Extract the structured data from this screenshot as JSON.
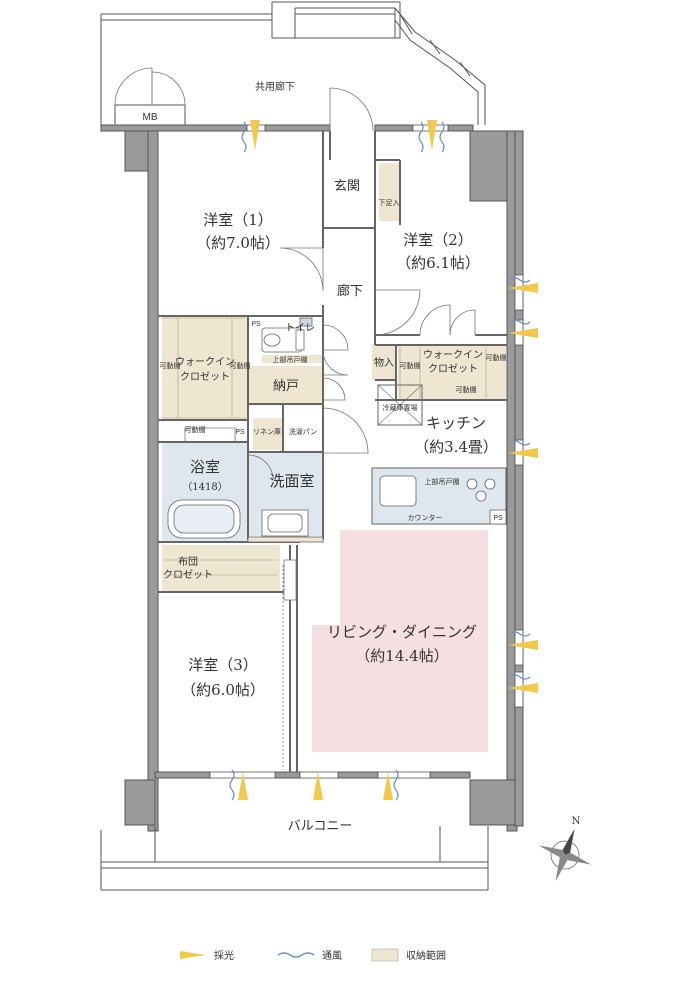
{
  "colors": {
    "wall": "#9a9a9a",
    "wall_dark": "#7a7a7a",
    "storage": "#eee6d0",
    "living": "#f6dfe0",
    "wet": "#dfe7ee",
    "sun": "#f2c94c",
    "wind": "#6c8fc8",
    "line": "#555555"
  },
  "labels": {
    "common_corridor": "共用廊下",
    "mb": "MB",
    "entrance": "玄関",
    "shoe_cabinet": "下足入",
    "western_room_1": "洋室（1）",
    "western_room_1_size": "（約7.0帖）",
    "western_room_2": "洋室（2）",
    "western_room_2_size": "（約6.1帖）",
    "hallway": "廊下",
    "toilet": "トイレ",
    "ps_1": "PS",
    "upper_cabinet": "上部吊戸棚",
    "walkin_closet_1_line1": "ウォークイン",
    "walkin_closet_1_line2": "クロゼット",
    "movable_shelf_left": "可動棚",
    "movable_shelf_right": "可動棚",
    "movable_shelf_bottom": "可動棚",
    "storeroom": "納戸",
    "ps_2": "PS",
    "linen": "リネン庫",
    "washer_pan": "洗濯パン",
    "storage_small": "物入",
    "walkin_closet_2_line1": "ウォークイン",
    "walkin_closet_2_line2": "クロゼット",
    "movable_shelf_2a": "可動棚",
    "movable_shelf_2b": "可動棚",
    "movable_shelf_2c": "可動棚",
    "fridge": "冷蔵庫置場",
    "kitchen": "キッチン",
    "kitchen_size": "（約3.4畳）",
    "bathroom": "浴室",
    "bathroom_size": "（1418）",
    "washroom": "洗面室",
    "kitchen_upper_cabinet": "上部吊戸棚",
    "counter": "カウンター",
    "ps_3": "PS",
    "futon_closet_line1": "布団",
    "futon_closet_line2": "クロゼット",
    "living_dining": "リビング・ダイニング",
    "living_dining_size": "（約14.4帖）",
    "western_room_3": "洋室（3）",
    "western_room_3_size": "（約6.0帖）",
    "balcony": "バルコニー",
    "north": "N"
  },
  "legend": {
    "daylight": "採光",
    "ventilation": "通風",
    "storage_area": "収納範囲"
  }
}
